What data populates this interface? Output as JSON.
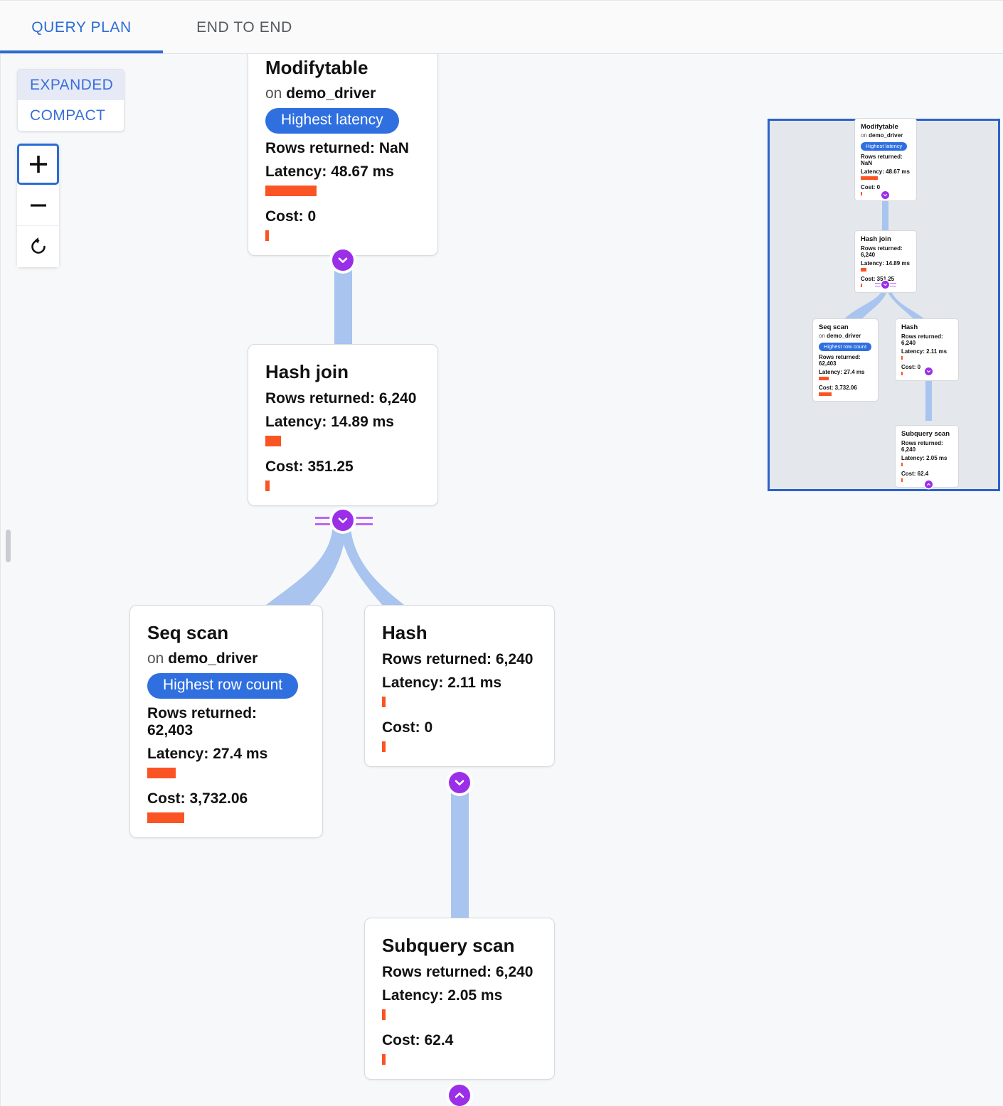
{
  "tabs": [
    {
      "label": "QUERY PLAN",
      "active": true
    },
    {
      "label": "END TO END",
      "active": false
    }
  ],
  "controls": {
    "mode_options": [
      {
        "label": "EXPANDED",
        "selected": true
      },
      {
        "label": "COMPACT",
        "selected": false
      }
    ],
    "zoom_in_label": "+",
    "zoom_out_label": "−",
    "reset_label": "reset-icon"
  },
  "labels": {
    "rows_prefix": "Rows returned: ",
    "latency_prefix": "Latency: ",
    "cost_prefix": "Cost: ",
    "on_prefix": "on "
  },
  "colors": {
    "accent_blue": "#2b6cd4",
    "badge_blue": "#2f6fe0",
    "bar_orange": "#fb5424",
    "edge_blue": "#a8c4ef",
    "connector_purple": "#9b2fe8",
    "minimap_border": "#2b62cc",
    "minimap_fill": "#e4e7eb"
  },
  "plan": {
    "nodes": [
      {
        "id": "modifytable",
        "title": "Modifytable",
        "on": "demo_driver",
        "badge": "Highest latency",
        "rows": "Rows returned: NaN",
        "latency": "Latency: 48.67 ms",
        "latency_bar_pct": 100,
        "cost": "Cost: 0",
        "cost_bar_pct": 2
      },
      {
        "id": "hashjoin",
        "title": "Hash join",
        "on": null,
        "badge": null,
        "rows": "Rows returned: 6,240",
        "latency": "Latency: 14.89 ms",
        "latency_bar_pct": 31,
        "cost": "Cost: 351.25",
        "cost_bar_pct": 4
      },
      {
        "id": "seqscan",
        "title": "Seq scan",
        "on": "demo_driver",
        "badge": "Highest row count",
        "rows": "Rows returned: 62,403",
        "latency": "Latency: 27.4 ms",
        "latency_bar_pct": 56,
        "cost": "Cost: 3,732.06",
        "cost_bar_pct": 100
      },
      {
        "id": "hash",
        "title": "Hash",
        "on": null,
        "badge": null,
        "rows": "Rows returned: 6,240",
        "latency": "Latency: 2.11 ms",
        "latency_bar_pct": 4,
        "cost": "Cost: 0",
        "cost_bar_pct": 2
      },
      {
        "id": "subqueryscan",
        "title": "Subquery scan",
        "on": null,
        "badge": null,
        "rows": "Rows returned: 6,240",
        "latency": "Latency: 2.05 ms",
        "latency_bar_pct": 4,
        "cost": "Cost: 62.4",
        "cost_bar_pct": 2
      }
    ],
    "connectors": [
      {
        "id": "conn-modifytable",
        "direction": "down"
      },
      {
        "id": "conn-hashjoin",
        "direction": "down",
        "multi": true
      },
      {
        "id": "conn-hash",
        "direction": "down"
      },
      {
        "id": "conn-subqueryscan",
        "direction": "up"
      }
    ]
  }
}
